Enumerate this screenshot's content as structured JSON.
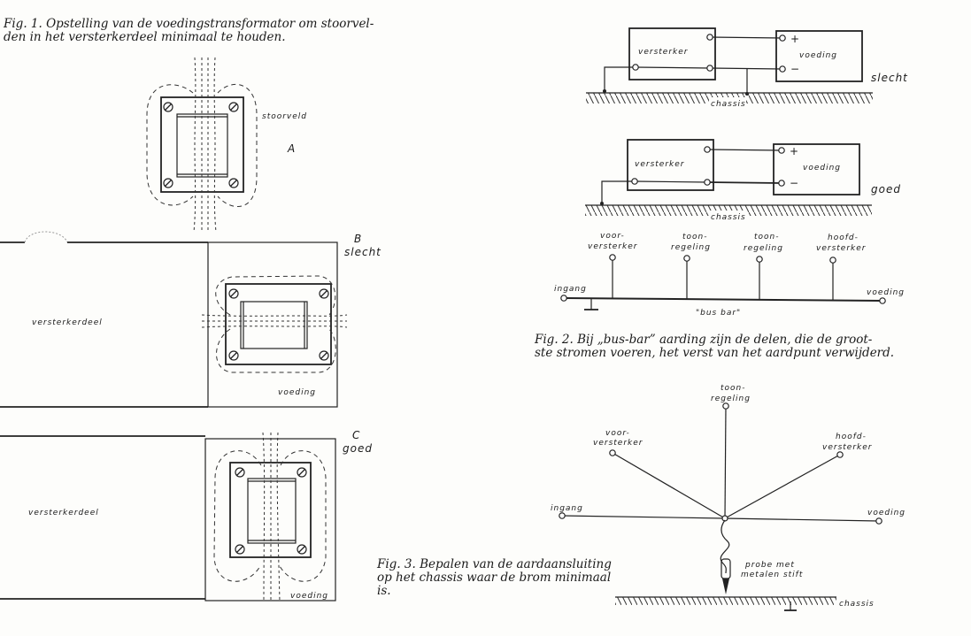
{
  "fig1": {
    "caption_line1": "Fig. 1. Opstelling van de voedingstransformator om stoorvel-",
    "caption_line2": "den in het versterkerdeel minimaal te houden.",
    "panelA": {
      "letter": "A",
      "field_label": "stoorveld"
    },
    "panelB": {
      "letter": "B",
      "verdict": "slecht",
      "amp_label": "versterkerdeel",
      "psu_label": "voeding"
    },
    "panelC": {
      "letter": "C",
      "verdict": "goed",
      "amp_label": "versterkerdeel",
      "psu_label": "voeding"
    }
  },
  "schematic_top": {
    "amp_label": "versterker",
    "psu_label": "voeding",
    "plus": "+",
    "minus": "−",
    "chassis_label": "chassis",
    "verdict": "slecht"
  },
  "schematic_mid": {
    "amp_label": "versterker",
    "psu_label": "voeding",
    "plus": "+",
    "minus": "−",
    "chassis_label": "chassis",
    "verdict": "goed"
  },
  "fig2": {
    "input_label": "ingang",
    "output_label": "voeding",
    "bus_label": "\"bus bar\"",
    "nodes": [
      {
        "line1": "voor-",
        "line2": "versterker"
      },
      {
        "line1": "toon-",
        "line2": "regeling"
      },
      {
        "line1": "toon-",
        "line2": "regeling"
      },
      {
        "line1": "hoofd-",
        "line2": "versterker"
      }
    ],
    "caption_line1": "Fig. 2. Bij „bus-bar” aarding zijn de delen, die de groot-",
    "caption_line2": "ste stromen voeren, het verst van het aardpunt verwijderd."
  },
  "fig3": {
    "input_label": "ingang",
    "output_label": "voeding",
    "node_top": {
      "line1": "toon-",
      "line2": "regeling"
    },
    "node_left": {
      "line1": "voor-",
      "line2": "versterker"
    },
    "node_right": {
      "line1": "hoofd-",
      "line2": "versterker"
    },
    "probe_line1": "probe met",
    "probe_line2": "metalen stift",
    "chassis_label": "chassis",
    "caption_line1": "Fig. 3. Bepalen van de aardaansluiting",
    "caption_line2": "op het chassis waar de brom minimaal",
    "caption_line3": "is."
  }
}
